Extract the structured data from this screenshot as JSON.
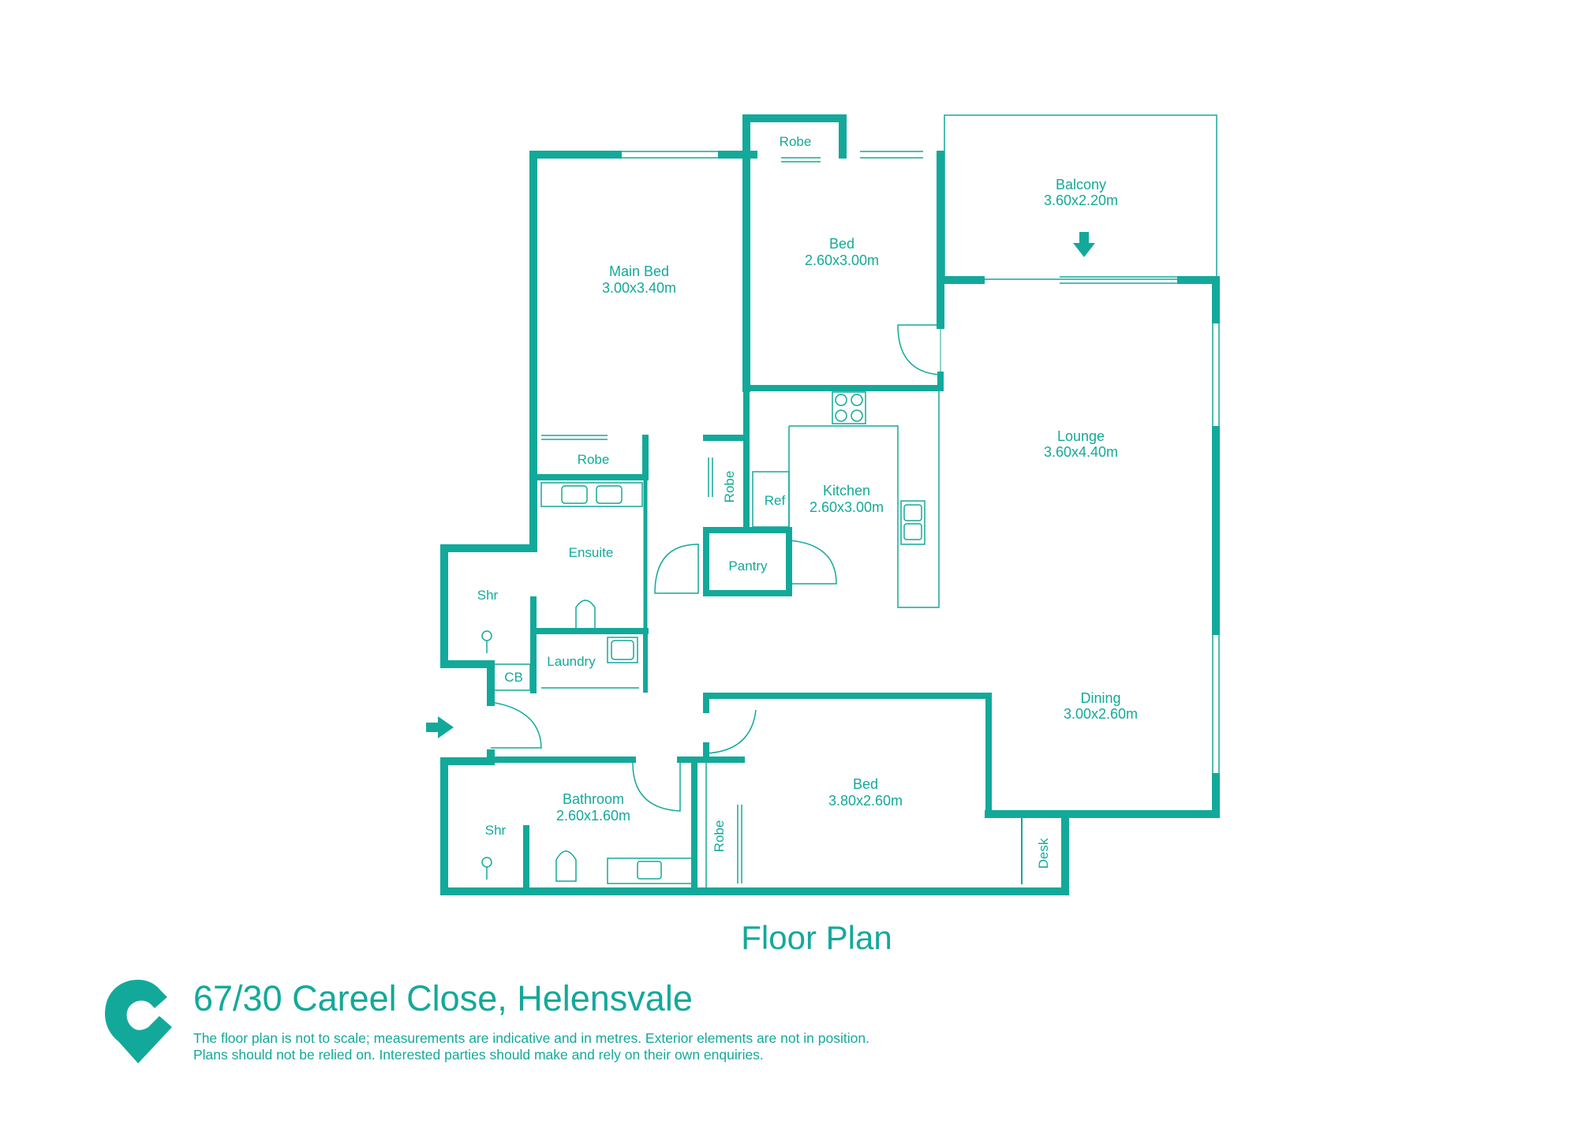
{
  "colors": {
    "wall": "#13a99a",
    "text": "#13a99a",
    "background": "#ffffff"
  },
  "rooms": {
    "main_bed": {
      "name": "Main Bed",
      "dims": "3.00x3.40m"
    },
    "bed_top": {
      "name": "Bed",
      "dims": "2.60x3.00m"
    },
    "balcony": {
      "name": "Balcony",
      "dims": "3.60x2.20m"
    },
    "lounge": {
      "name": "Lounge",
      "dims": "3.60x4.40m"
    },
    "kitchen": {
      "name": "Kitchen",
      "dims": "2.60x3.00m"
    },
    "dining": {
      "name": "Dining",
      "dims": "3.00x2.60m"
    },
    "bed_bottom": {
      "name": "Bed",
      "dims": "3.80x2.60m"
    },
    "bathroom": {
      "name": "Bathroom",
      "dims": "2.60x1.60m"
    }
  },
  "labels": {
    "robe_top": "Robe",
    "robe_main": "Robe",
    "robe_hall": "Robe",
    "robe_bed": "Robe",
    "ref": "Ref",
    "pantry": "Pantry",
    "ensuite": "Ensuite",
    "shr_ensuite": "Shr",
    "shr_bath": "Shr",
    "laundry": "Laundry",
    "cb": "CB",
    "desk": "Desk"
  },
  "title": "Floor Plan",
  "address": "67/30 Careel Close, Helensvale",
  "disclaimer": {
    "line1": "The floor plan is not to scale; measurements are indicative and in metres. Exterior elements are not in position.",
    "line2": "Plans should not be relied on. Interested parties should make and rely on their own enquiries."
  }
}
